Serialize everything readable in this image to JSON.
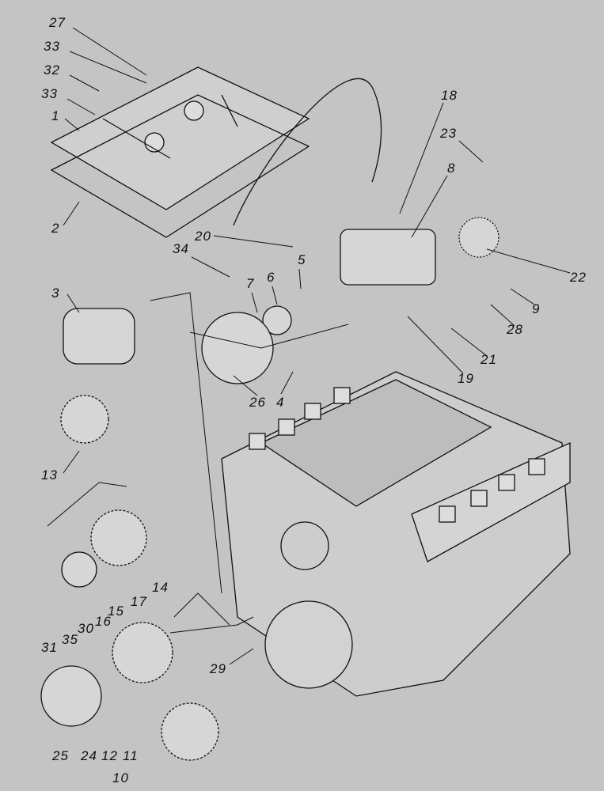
{
  "labels": {
    "p27": "27",
    "p33a": "33",
    "p32": "32",
    "p33b": "33",
    "p1": "1",
    "p2": "2",
    "p3": "3",
    "p13": "13",
    "p14": "14",
    "p17": "17",
    "p15": "15",
    "p16": "16",
    "p30": "30",
    "p35": "35",
    "p31": "31",
    "p29": "29",
    "p25": "25",
    "p24": "24",
    "p12": "12",
    "p11": "11",
    "p10": "10",
    "p20": "20",
    "p34": "34",
    "p5": "5",
    "p6": "6",
    "p7": "7",
    "p26": "26",
    "p4": "4",
    "p18": "18",
    "p8": "8",
    "p23": "23",
    "p22": "22",
    "p9": "9",
    "p28": "28",
    "p21": "21",
    "p19": "19"
  },
  "colors": {
    "background": "#c4c4c4",
    "ink": "#111111"
  }
}
